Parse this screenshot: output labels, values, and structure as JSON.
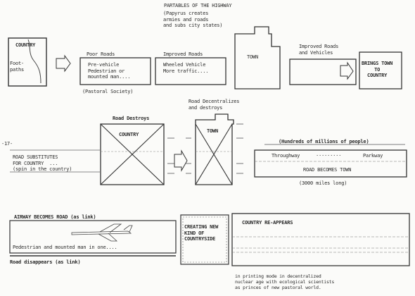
{
  "row1": {
    "title": "PARTABLES OF THE HIGHWAY",
    "papyrus_note": "(Papyrus creates\narmies and roads\nand subs city states)",
    "country_label": "COUNTRY",
    "footpaths": "Foot-\npaths",
    "poor_roads_title": "Poor Roads",
    "poor_roads_body": "Pre-vehicle\nPedestrian or\nmounted man....",
    "pastoral": "(Pastoral Society)",
    "improved_roads_title": "Improved Roads",
    "improved_roads_body": "Wheeled Vehicle\nMore traffic....",
    "town": "TOWN",
    "improved_roads_vehicles": "Improved Roads\nand Vehicles",
    "brings_town": "BRINGS TOWN\nTO\nCOUNTRY"
  },
  "row2": {
    "side_mark": "-17-",
    "road_destroys": "Road Destroys",
    "country": "COUNTRY",
    "decentralizes": "Road Decentralizes\nand destroys",
    "town": "TOWN",
    "hundreds": "(Hundreds of millions of people)",
    "throughway": "Throughway",
    "dots": "·········",
    "parkway": "Parkway",
    "road_becomes_town": "ROAD BECOMES TOWN",
    "miles": "(3000 miles long)",
    "substitutes": "ROAD SUBSTITUTES\nFOR COUNTRY  ...\n(spin in the country)"
  },
  "row3": {
    "airway": "AIRWAY BECOMES ROAD (as link)",
    "pedestrian": "Pedestrian and mounted man in one....",
    "road_disappears": "Road disappears (as link)",
    "creating": "CREATING NEW\nKIND OF\nCOUNTRYSIDE",
    "country_reappears": "COUNTRY RE-APPEARS",
    "footnote": "in printing mode in decentralized\nnuclear age with ecological scientists\nas princes of new pastoral world."
  }
}
